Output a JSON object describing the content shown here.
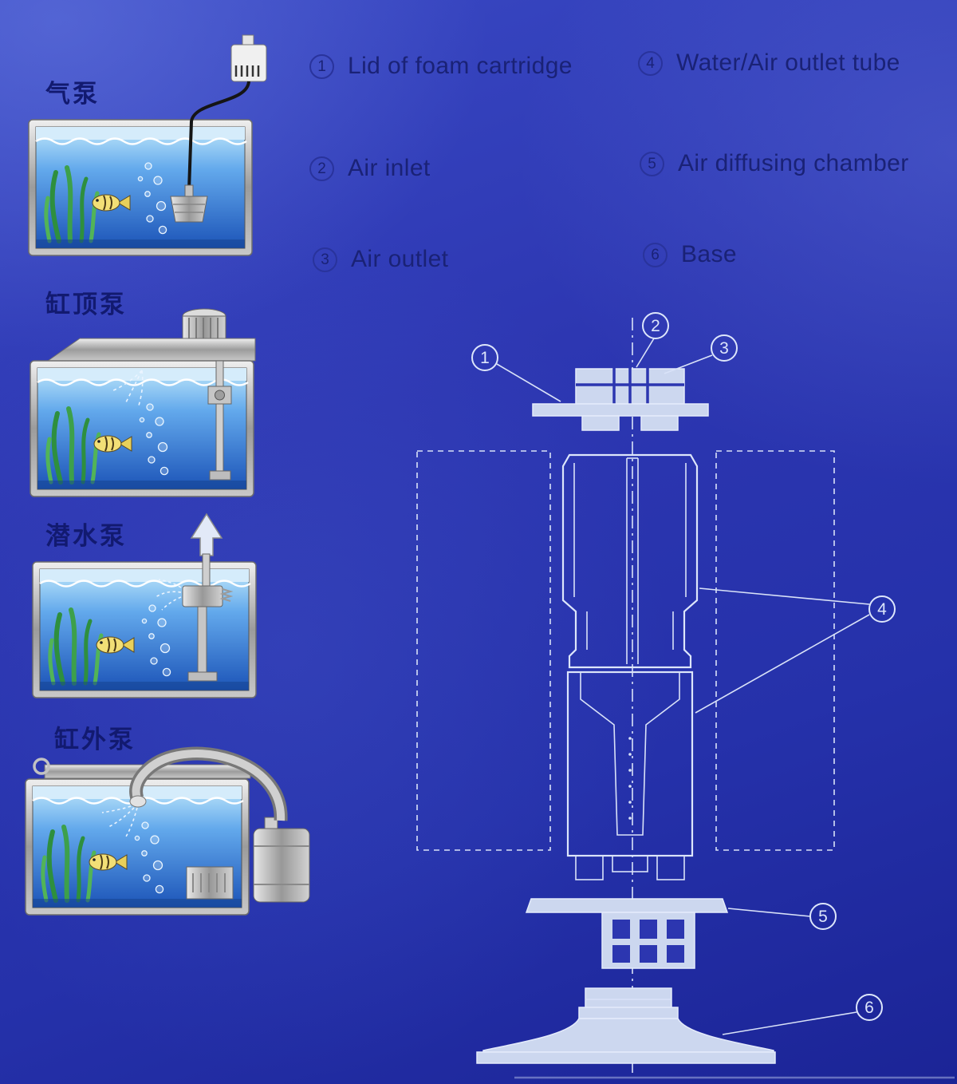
{
  "tanks": {
    "items": [
      {
        "label": "气泵"
      },
      {
        "label": "缸顶泵"
      },
      {
        "label": "潜水泵"
      },
      {
        "label": "缸外泵"
      }
    ]
  },
  "legend": {
    "items": [
      {
        "num": "1",
        "label": "Lid of foam cartridge"
      },
      {
        "num": "2",
        "label": "Air inlet"
      },
      {
        "num": "3",
        "label": "Air outlet"
      },
      {
        "num": "4",
        "label": "Water/Air outlet tube"
      },
      {
        "num": "5",
        "label": "Air diffusing chamber"
      },
      {
        "num": "6",
        "label": "Base"
      }
    ]
  },
  "diagram": {
    "callouts": [
      {
        "num": "1"
      },
      {
        "num": "2"
      },
      {
        "num": "3"
      },
      {
        "num": "4"
      },
      {
        "num": "5"
      },
      {
        "num": "6"
      }
    ]
  },
  "colors": {
    "background_blue": "#2c36b0",
    "text_navy": "#1a2276",
    "line_light": "#dde6fb"
  }
}
